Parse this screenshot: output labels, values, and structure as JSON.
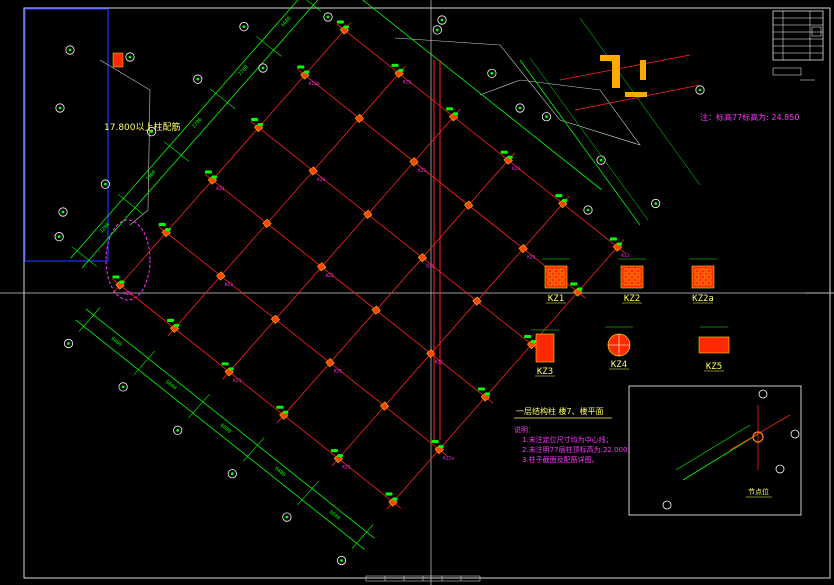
{
  "drawing": {
    "colors": {
      "background": "#000000",
      "frame": "#ffffff",
      "grid_line": "#ff2020",
      "dimension": "#00ff00",
      "label": "#ff33ff",
      "column_fill": "#ff4400",
      "column_text": "#ffdd00",
      "axis_bubble": "#ffffff",
      "highlight_box": "#2233ff",
      "frame_line": "#cfcfcf"
    },
    "level_note": "17.800以上柱配筋",
    "right_note": "注：标高77标高为: 24.850",
    "column_legend": [
      {
        "id": "KZ1",
        "label": "KZ1"
      },
      {
        "id": "KZ2",
        "label": "KZ2"
      },
      {
        "id": "KZ2a",
        "label": "KZ2a"
      },
      {
        "id": "KZ3",
        "label": "KZ3"
      },
      {
        "id": "KZ4",
        "label": "KZ4"
      },
      {
        "id": "KZ5",
        "label": "KZ5"
      }
    ],
    "plan_title": "一层结构柱 楼7、楼平面",
    "notes": {
      "heading": "说明：",
      "items": [
        "1.未注定位尺寸均为中心线；",
        "2.未注明77层柱顶标高为:22.000；",
        "3.柱子截面及配筋详图。"
      ]
    },
    "detail_title": "节点位",
    "grid_dims": [
      "6600",
      "6600",
      "6600",
      "6600",
      "6600",
      "3200",
      "1900",
      "3700",
      "7700",
      "6600",
      "6600",
      "5200",
      "2500"
    ],
    "column_tags": [
      "KZ1",
      "KZ2",
      "KZ2a",
      "KZ3",
      "KZ4",
      "KZ5",
      "KZ1",
      "KZ2",
      "KZ3",
      "KZ1",
      "KZ2",
      "KZ1",
      "KZ3",
      "KZ2",
      "KZ1",
      "KZ2a",
      "KZ3",
      "KZ1",
      "KZ2",
      "KZ1",
      "KZ4"
    ]
  }
}
